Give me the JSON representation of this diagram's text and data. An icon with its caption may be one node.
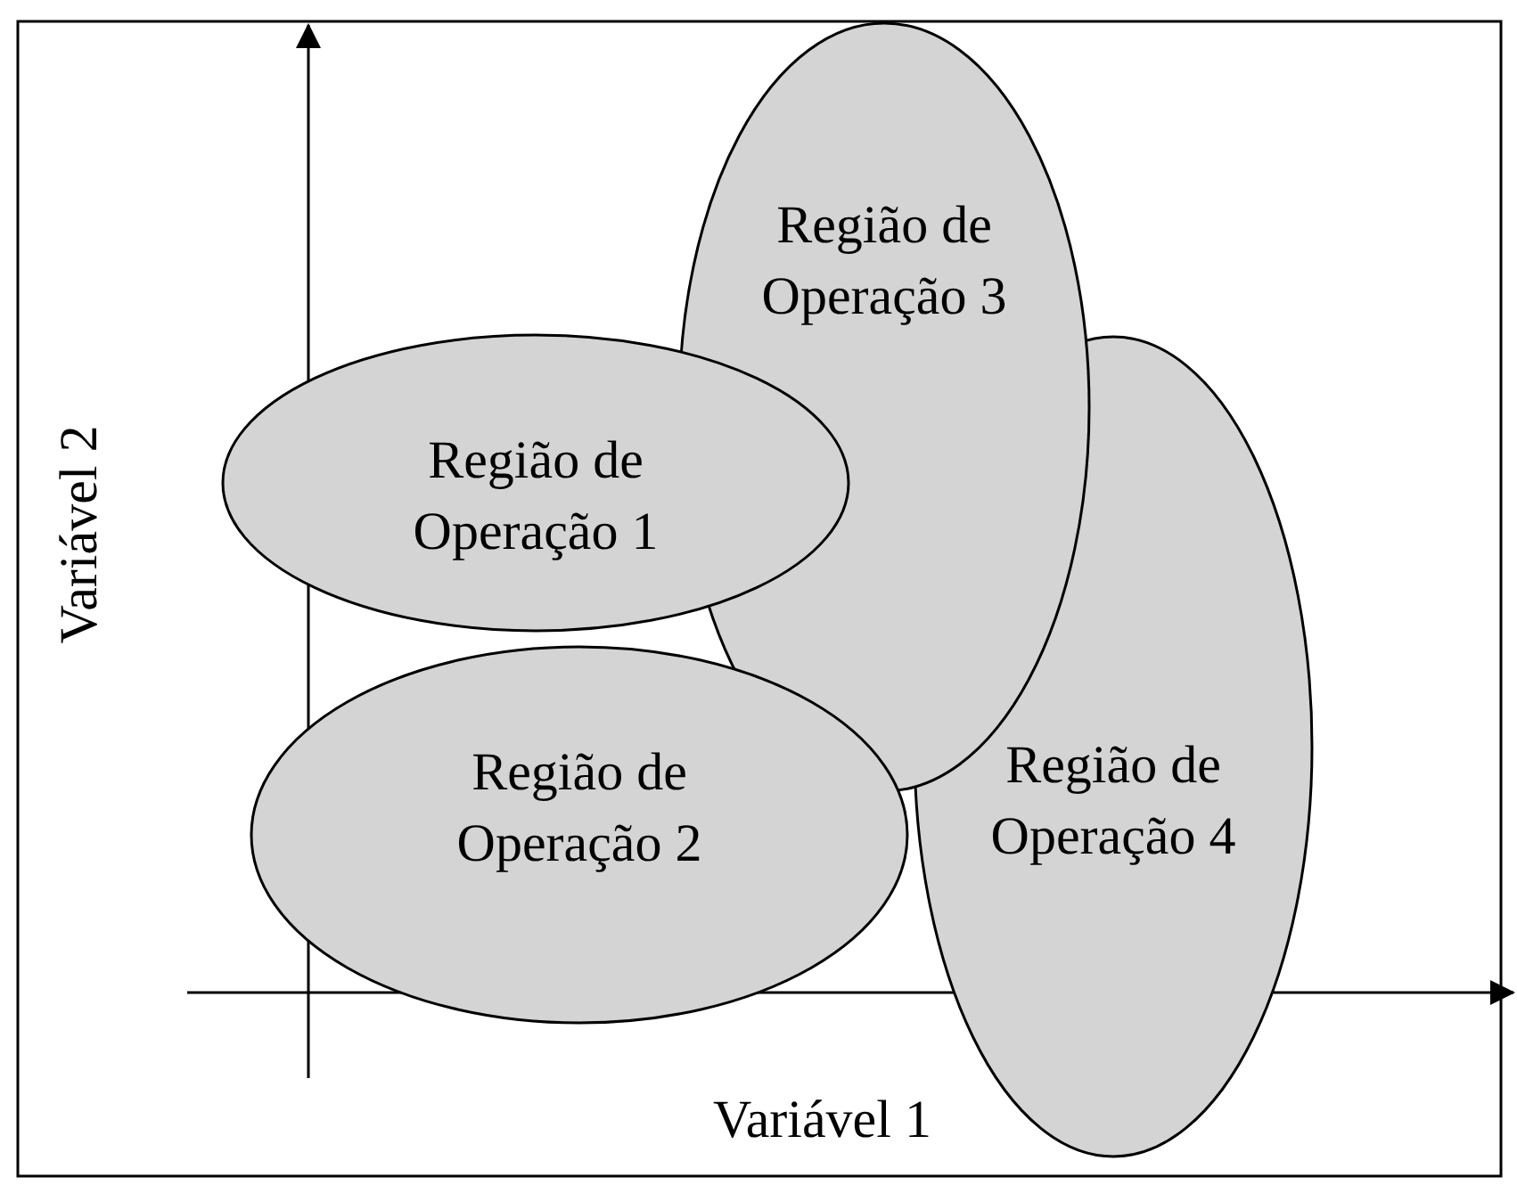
{
  "diagram": {
    "nodes": [
      {
        "text": [
          "Região de Operação 1"
        ]
      },
      {
        "text": [
          "Região de Operação 2"
        ]
      },
      {
        "text": [
          "Região de Operação 3"
        ]
      },
      {
        "text": [
          "Região de Operação 4"
        ]
      }
    ],
    "edges": [],
    "labels": [
      "Variável 2",
      "Variável 1"
    ]
  }
}
